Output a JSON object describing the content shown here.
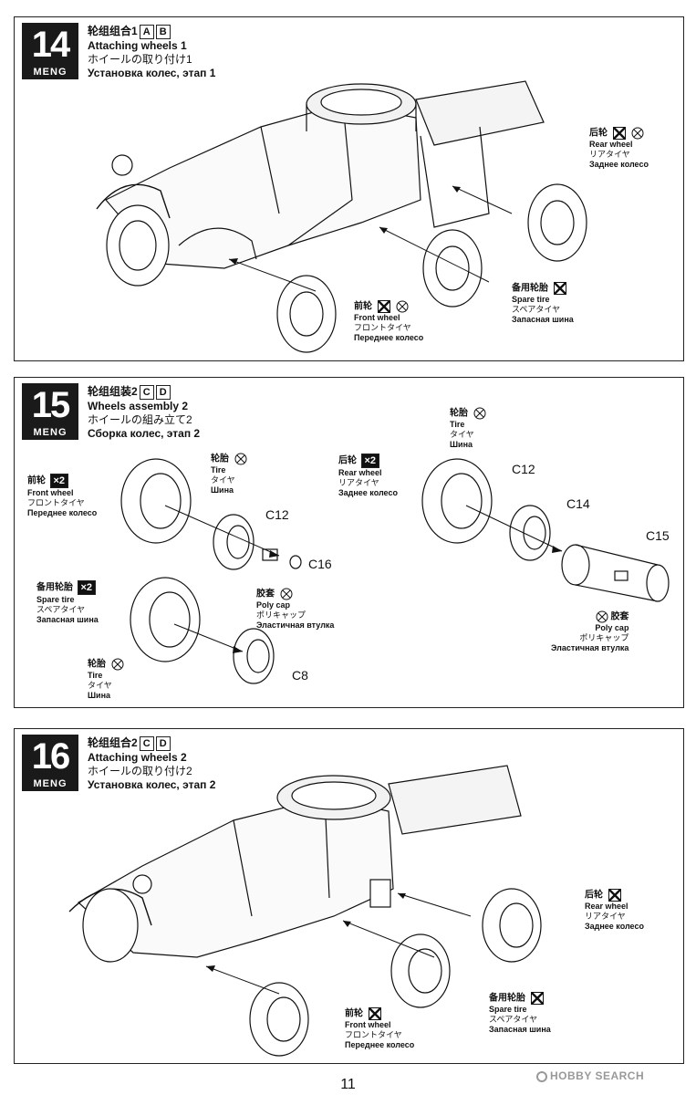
{
  "page_number": "11",
  "watermark": "HOBBY SEARCH",
  "brand": "MENG",
  "steps": [
    {
      "number": "14",
      "title_zh": "轮组组合1",
      "title_en": "Attaching wheels 1",
      "title_jp": "ホイールの取り付け1",
      "title_ru": "Установка колес, этап 1",
      "badges": [
        "A",
        "B"
      ],
      "rear_wheel": {
        "zh": "后轮",
        "en": "Rear wheel",
        "jp": "リアタイヤ",
        "ru": "Заднее колесо"
      },
      "spare_tire": {
        "zh": "备用轮胎",
        "en": "Spare tire",
        "jp": "スペアタイヤ",
        "ru": "Запасная шина"
      },
      "front_wheel": {
        "zh": "前轮",
        "en": "Front wheel",
        "jp": "フロントタイヤ",
        "ru": "Переднее колесо"
      }
    },
    {
      "number": "15",
      "title_zh": "轮组组装2",
      "title_en": "Wheels assembly 2",
      "title_jp": "ホイールの組み立て2",
      "title_ru": "Сборка колес, этап 2",
      "badges": [
        "C",
        "D"
      ],
      "front_wheel": {
        "zh": "前轮",
        "en": "Front wheel",
        "jp": "フロントタイヤ",
        "ru": "Переднее колесо",
        "qty": "×2"
      },
      "spare_tire": {
        "zh": "备用轮胎",
        "en": "Spare tire",
        "jp": "スペアタイヤ",
        "ru": "Запасная шина",
        "qty": "×2"
      },
      "rear_wheel": {
        "zh": "后轮",
        "en": "Rear wheel",
        "jp": "リアタイヤ",
        "ru": "Заднее колесо",
        "qty": "×2"
      },
      "tire_a": {
        "zh": "轮胎",
        "en": "Tire",
        "jp": "タイヤ",
        "ru": "Шина"
      },
      "tire_b": {
        "zh": "轮胎",
        "en": "Tire",
        "jp": "タイヤ",
        "ru": "Шина"
      },
      "tire_c": {
        "zh": "轮胎",
        "en": "Tire",
        "jp": "タイヤ",
        "ru": "Шина"
      },
      "poly_cap_a": {
        "zh": "胶套",
        "en": "Poly cap",
        "jp": "ポリキャップ",
        "ru": "Эластичная втулка"
      },
      "poly_cap_b": {
        "zh": "胶套",
        "en": "Poly cap",
        "jp": "ポリキャップ",
        "ru": "Эластичная втулка"
      },
      "parts": {
        "c12_a": "C12",
        "c16": "C16",
        "c8": "C8",
        "c12_b": "C12",
        "c14": "C14",
        "c15": "C15"
      }
    },
    {
      "number": "16",
      "title_zh": "轮组组合2",
      "title_en": "Attaching wheels 2",
      "title_jp": "ホイールの取り付け2",
      "title_ru": "Установка колес, этап 2",
      "badges": [
        "C",
        "D"
      ],
      "rear_wheel": {
        "zh": "后轮",
        "en": "Rear wheel",
        "jp": "リアタイヤ",
        "ru": "Заднее колесо"
      },
      "spare_tire": {
        "zh": "备用轮胎",
        "en": "Spare tire",
        "jp": "スペアタイヤ",
        "ru": "Запасная шина"
      },
      "front_wheel": {
        "zh": "前轮",
        "en": "Front wheel",
        "jp": "フロントタイヤ",
        "ru": "Переднее колесо"
      }
    }
  ]
}
